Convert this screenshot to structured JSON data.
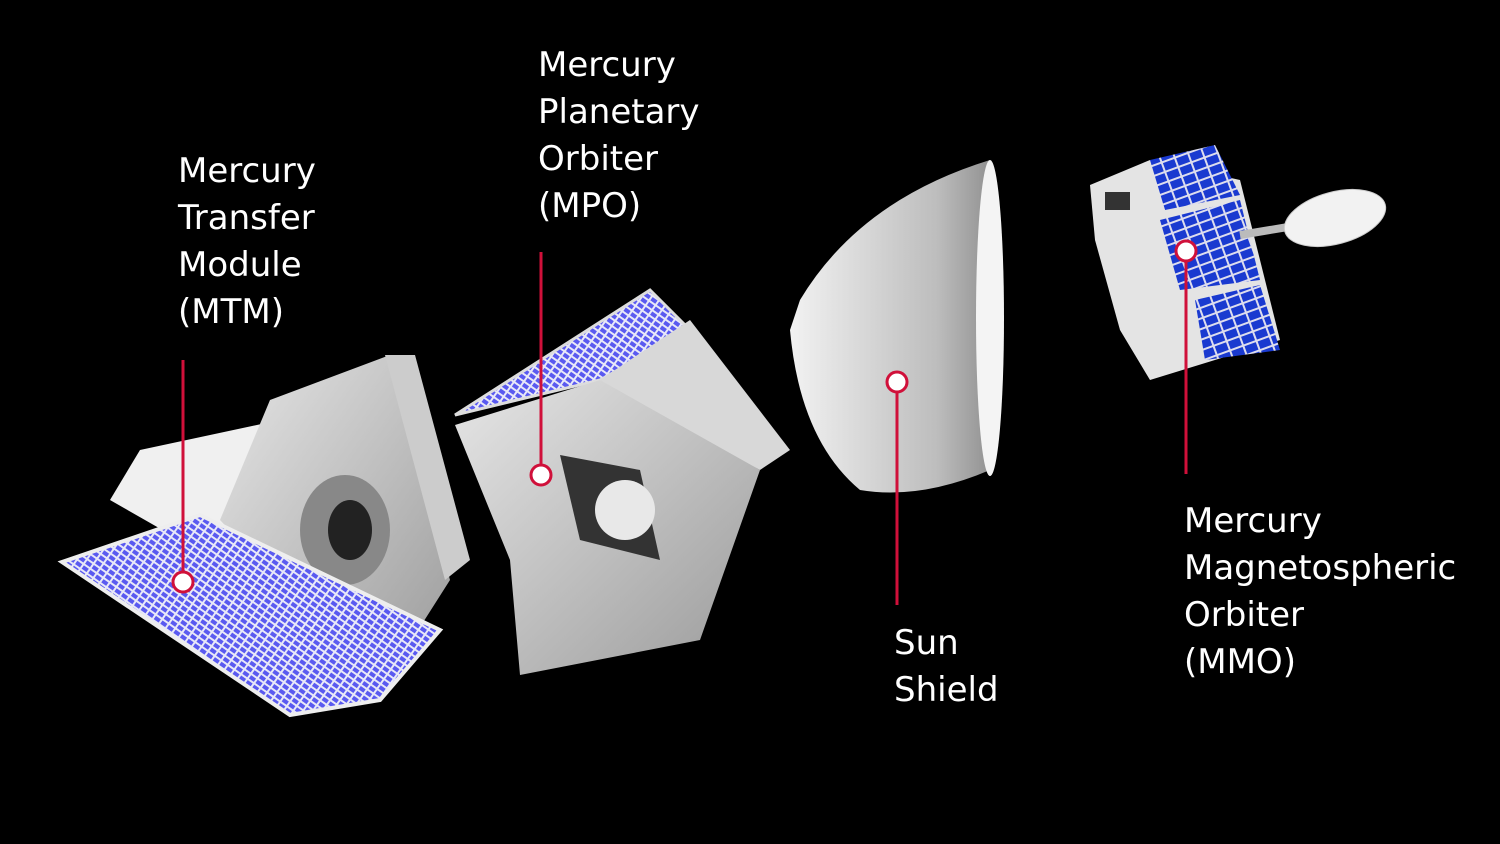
{
  "accent_color": "#d0103a",
  "labels": {
    "mtm": [
      "Mercury",
      "Transfer",
      "Module",
      "(MTM)"
    ],
    "mpo": [
      "Mercury",
      "Planetary",
      "Orbiter",
      "(MPO)"
    ],
    "sun_shield": [
      "Sun",
      "Shield"
    ],
    "mmo": [
      "Mercury",
      "Magnetospheric",
      "Orbiter",
      "(MMO)"
    ]
  }
}
